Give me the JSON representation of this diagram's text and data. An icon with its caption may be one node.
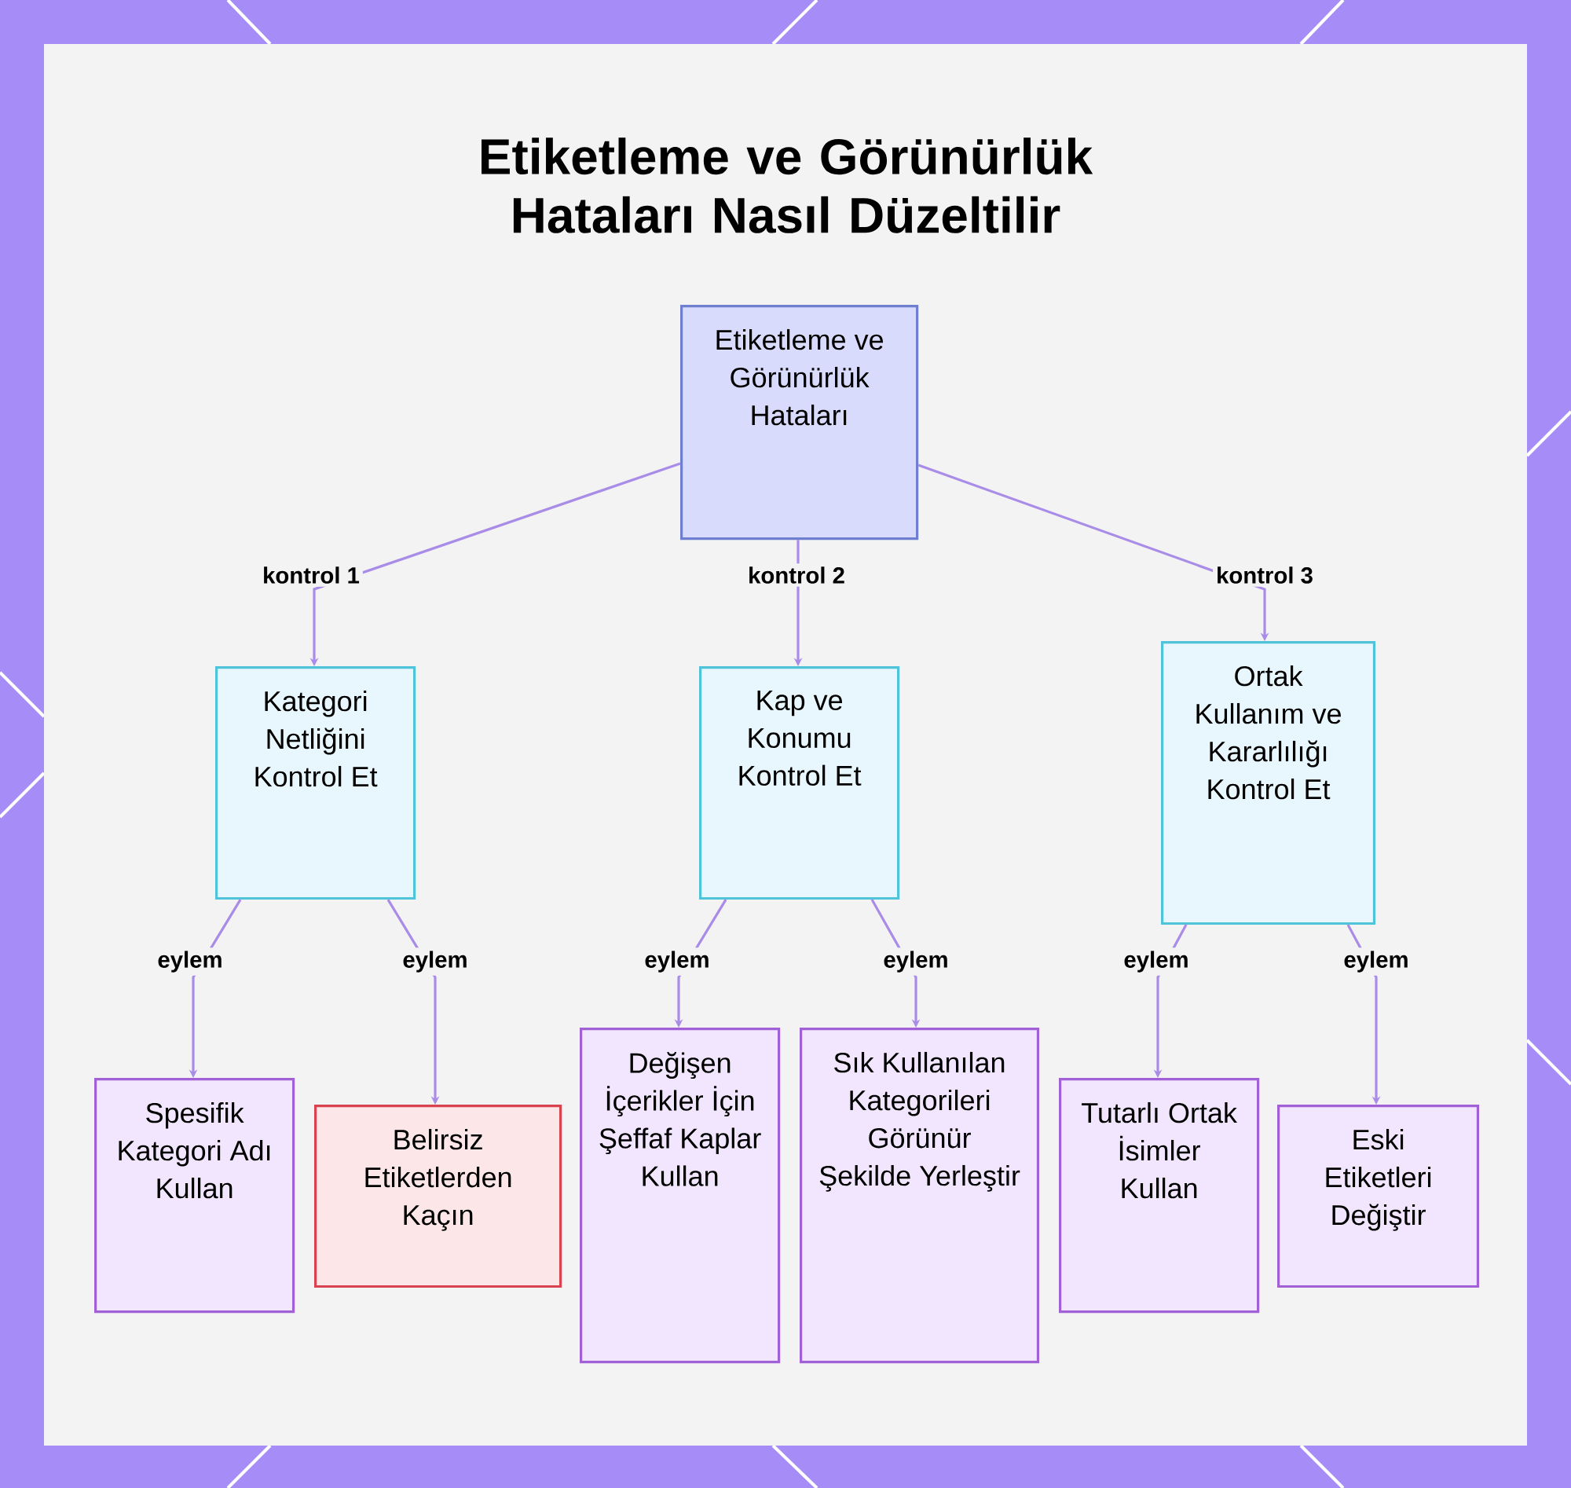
{
  "diagram": {
    "title": "Etiketleme ve Görünürlük Hataları Nasıl Düzeltilir",
    "nodes": [
      {
        "text": [
          "Etiketleme ve Görünürlük Hataları"
        ]
      },
      {
        "text": [
          "Kategori Netliğini Kontrol Et"
        ]
      },
      {
        "text": [
          "Kap ve Konumu Kontrol Et"
        ]
      },
      {
        "text": [
          "Ortak Kullanım ve Kararlılığı Kontrol Et"
        ]
      },
      {
        "text": [
          "Spesifik Kategori Adı Kullan"
        ]
      },
      {
        "text": [
          "Belirsiz Etiketlerden Kaçın"
        ]
      },
      {
        "text": [
          "Değişen İçerikler İçin Şeffaf Kaplar Kullan"
        ]
      },
      {
        "text": [
          "Sık Kullanılan Kategorileri Görünür Şekilde Yerleştir"
        ]
      },
      {
        "text": [
          "Tutarlı Ortak İsimler Kullan"
        ]
      },
      {
        "text": [
          "Eski Etiketleri Değiştir"
        ]
      }
    ],
    "edges": [
      {
        "from": 0,
        "to": 1,
        "arrow": "to",
        "label": "kontrol 1"
      },
      {
        "from": 0,
        "to": 2,
        "arrow": "to",
        "label": "kontrol 2"
      },
      {
        "from": 0,
        "to": 3,
        "arrow": "to",
        "label": "kontrol 3"
      },
      {
        "from": 1,
        "to": 4,
        "arrow": "to",
        "label": "eylem"
      },
      {
        "from": 1,
        "to": 5,
        "arrow": "to",
        "label": "eylem"
      },
      {
        "from": 2,
        "to": 6,
        "arrow": "to",
        "label": "eylem"
      },
      {
        "from": 2,
        "to": 7,
        "arrow": "to",
        "label": "eylem"
      },
      {
        "from": 3,
        "to": 8,
        "arrow": "to",
        "label": "eylem"
      },
      {
        "from": 3,
        "to": 9,
        "arrow": "to",
        "label": "eylem"
      }
    ]
  }
}
